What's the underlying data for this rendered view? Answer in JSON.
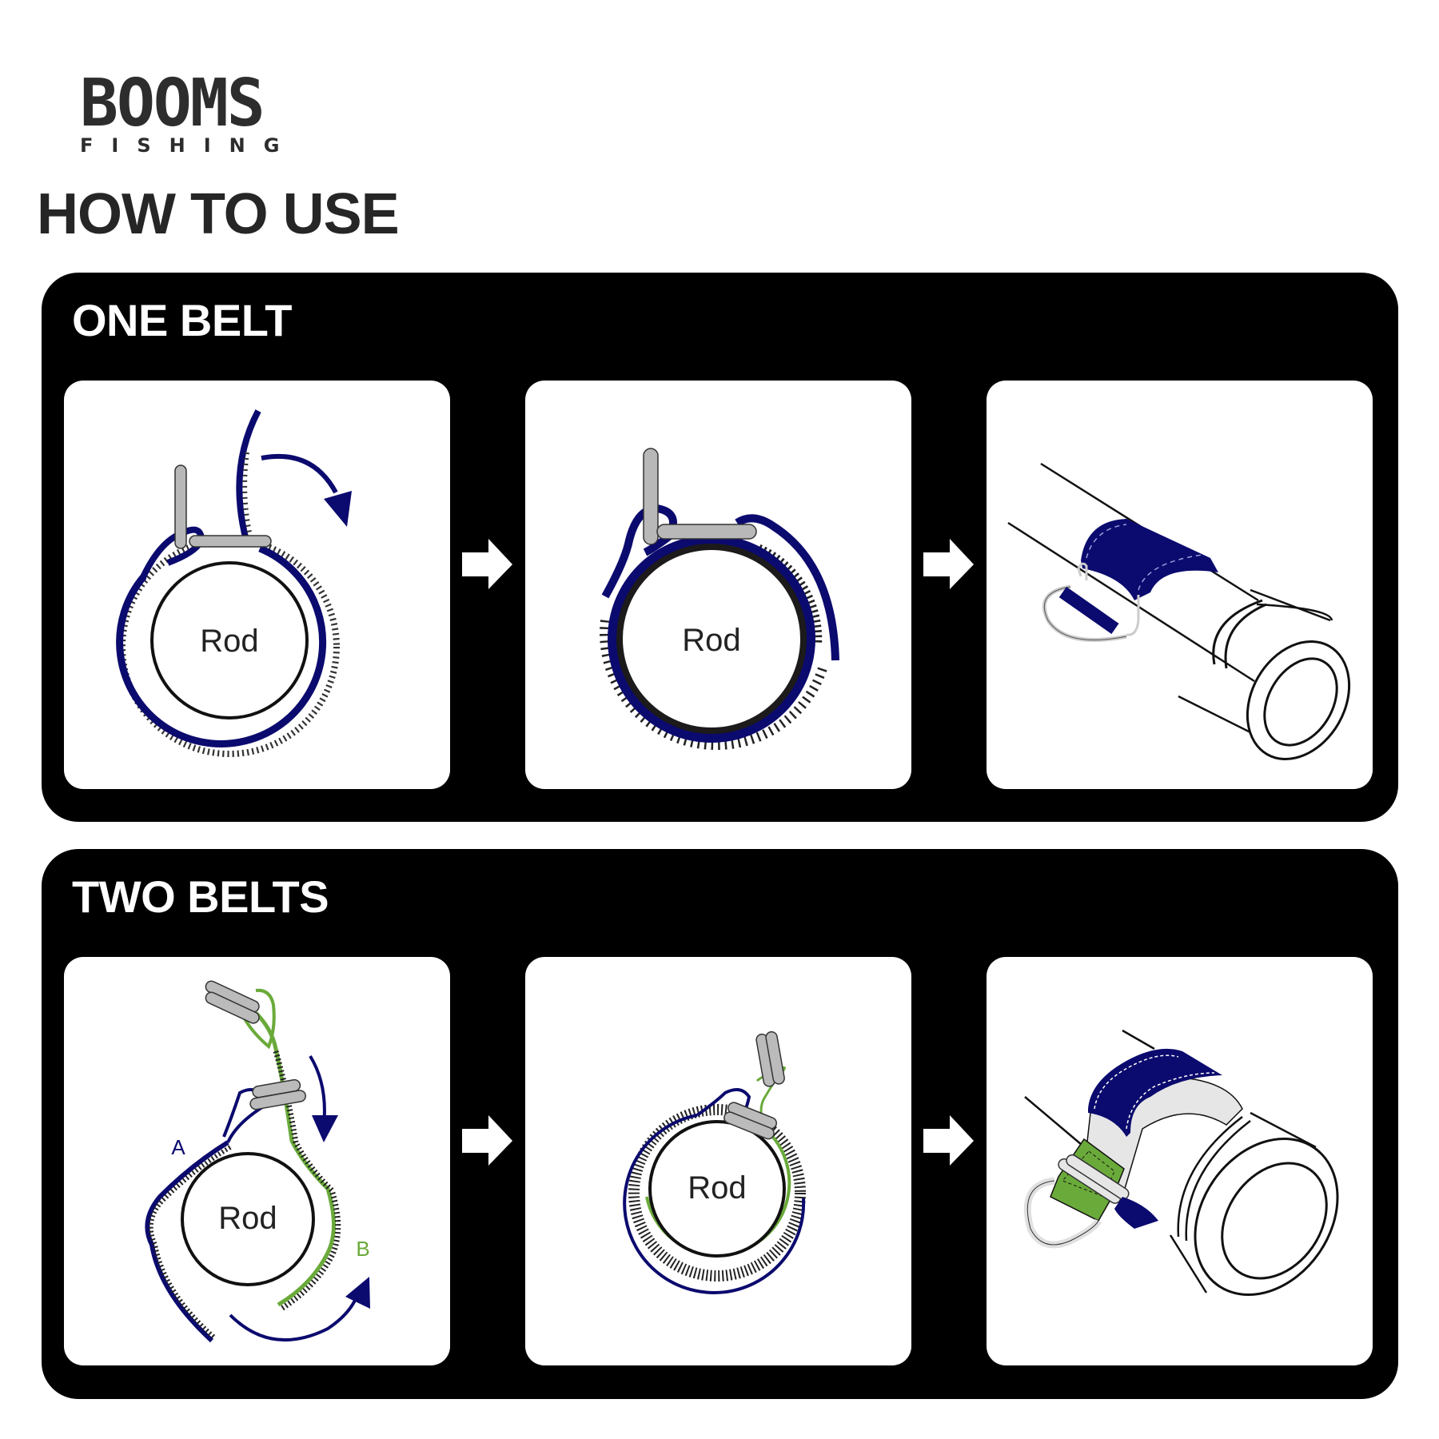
{
  "brand": {
    "name": "BOOMS",
    "tagline": "FISHING"
  },
  "page_title": "HOW TO USE",
  "colors": {
    "navy": "#0b0a6e",
    "green": "#6aaa3a",
    "hook_gray": "#b8b8b8",
    "panel_bg": "#000000",
    "card_bg": "#ffffff",
    "text_dark": "#262626"
  },
  "sections": [
    {
      "title": "ONE BELT",
      "steps": [
        {
          "label": "Rod",
          "description": "Belt wrapped around rod, strap folding over with hook"
        },
        {
          "label": "Rod",
          "description": "Belt fastened around rod through hook"
        },
        {
          "label": "",
          "description": "Rod with single navy belt attached and D-ring"
        }
      ]
    },
    {
      "title": "TWO BELTS",
      "steps": [
        {
          "label": "Rod",
          "label_a": "A",
          "label_b": "B",
          "description": "Belt A and belt B wrapped around rod with buckles"
        },
        {
          "label": "Rod",
          "description": "Both belts fastened around rod"
        },
        {
          "label": "",
          "description": "Rod with navy and green belts attached with D-rings"
        }
      ]
    }
  ],
  "icons": {
    "step_arrow": "arrow-right-icon"
  }
}
